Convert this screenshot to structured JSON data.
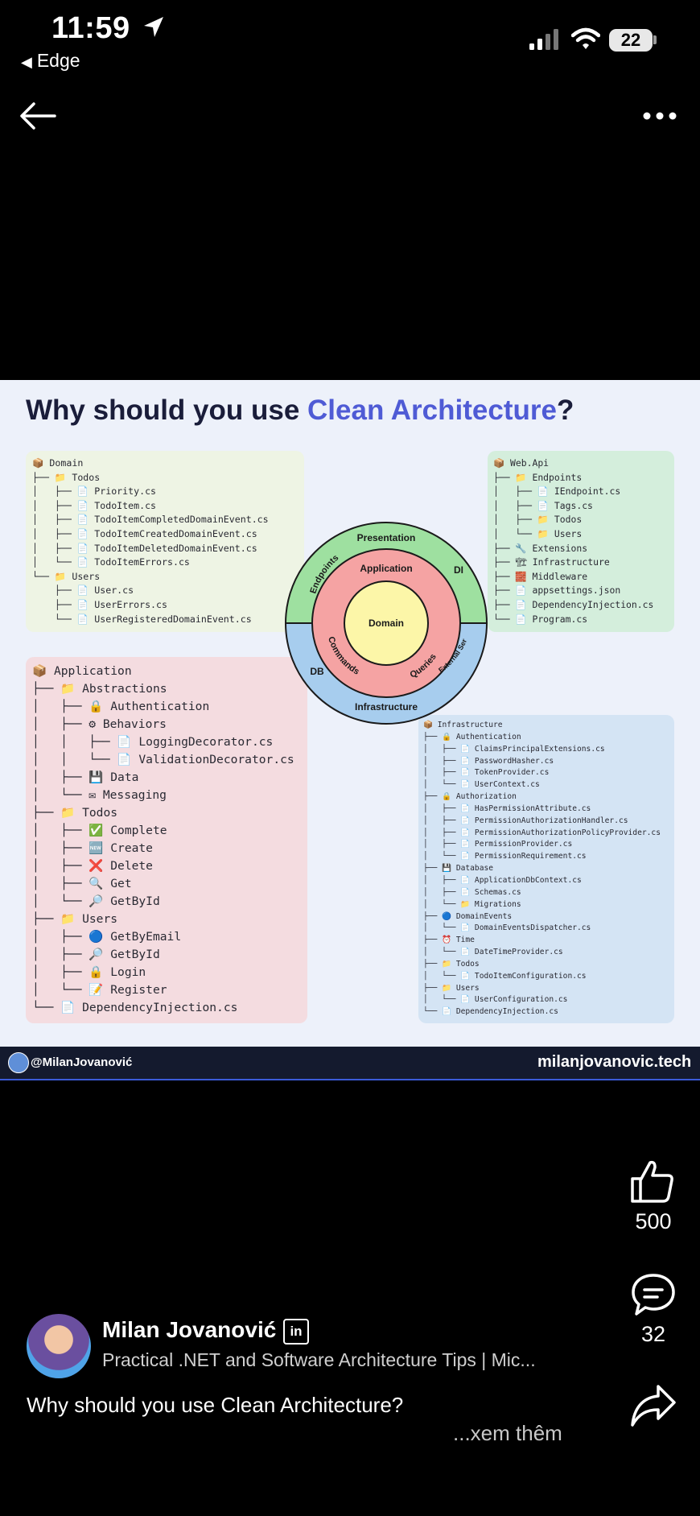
{
  "status_bar": {
    "time": "11:59",
    "back_app": "Edge",
    "battery": "22"
  },
  "post_image": {
    "title_prefix": "Why should you use ",
    "title_accent": "Clean Architecture",
    "title_suffix": "?",
    "accent_color": "#4f5bd5",
    "domain_tree": [
      "📦 Domain",
      "├── 📁 Todos",
      "│   ├── 📄 Priority.cs",
      "│   ├── 📄 TodoItem.cs",
      "│   ├── 📄 TodoItemCompletedDomainEvent.cs",
      "│   ├── 📄 TodoItemCreatedDomainEvent.cs",
      "│   ├── 📄 TodoItemDeletedDomainEvent.cs",
      "│   └── 📄 TodoItemErrors.cs",
      "└── 📁 Users",
      "    ├── 📄 User.cs",
      "    ├── 📄 UserErrors.cs",
      "    └── 📄 UserRegisteredDomainEvent.cs"
    ],
    "webapi_tree": [
      "📦 Web.Api",
      "├── 📁 Endpoints",
      "│   ├── 📄 IEndpoint.cs",
      "│   ├── 📄 Tags.cs",
      "│   ├── 📁 Todos",
      "│   └── 📁 Users",
      "├── 🔧 Extensions",
      "├── 🏗 Infrastructure",
      "├── 🧱 Middleware",
      "├── 📄 appsettings.json",
      "├── 📄 DependencyInjection.cs",
      "└── 📄 Program.cs"
    ],
    "application_tree": [
      "📦 Application",
      "├── 📁 Abstractions",
      "│   ├── 🔒 Authentication",
      "│   ├── ⚙ Behaviors",
      "│   │   ├── 📄 LoggingDecorator.cs",
      "│   │   └── 📄 ValidationDecorator.cs",
      "│   ├── 💾 Data",
      "│   └── ✉ Messaging",
      "├── 📁 Todos",
      "│   ├── ✅ Complete",
      "│   ├── 🆕 Create",
      "│   ├── ❌ Delete",
      "│   ├── 🔍 Get",
      "│   └── 🔎 GetById",
      "├── 📁 Users",
      "│   ├── 🔵 GetByEmail",
      "│   ├── 🔎 GetById",
      "│   ├── 🔒 Login",
      "│   └── 📝 Register",
      "└── 📄 DependencyInjection.cs"
    ],
    "infrastructure_tree": [
      "📦 Infrastructure",
      "├── 🔒 Authentication",
      "│   ├── 📄 ClaimsPrincipalExtensions.cs",
      "│   ├── 📄 PasswordHasher.cs",
      "│   ├── 📄 TokenProvider.cs",
      "│   └── 📄 UserContext.cs",
      "├── 🔒 Authorization",
      "│   ├── 📄 HasPermissionAttribute.cs",
      "│   ├── 📄 PermissionAuthorizationHandler.cs",
      "│   ├── 📄 PermissionAuthorizationPolicyProvider.cs",
      "│   ├── 📄 PermissionProvider.cs",
      "│   └── 📄 PermissionRequirement.cs",
      "├── 💾 Database",
      "│   ├── 📄 ApplicationDbContext.cs",
      "│   ├── 📄 Schemas.cs",
      "│   └── 📁 Migrations",
      "├── 🔵 DomainEvents",
      "│   └── 📄 DomainEventsDispatcher.cs",
      "├── ⏰ Time",
      "│   └── 📄 DateTimeProvider.cs",
      "├── 📁 Todos",
      "│   └── 📄 TodoItemConfiguration.cs",
      "├── 📁 Users",
      "│   └── 📄 UserConfiguration.cs",
      "└── 📄 DependencyInjection.cs"
    ],
    "diagram": {
      "presentation": "Presentation",
      "endpoints": "Endpoints",
      "di": "DI",
      "application": "Application",
      "domain": "Domain",
      "db": "DB",
      "commands": "Commands",
      "queries": "Queries",
      "external_services": "External Services",
      "infrastructure": "Infrastructure"
    },
    "footer_handle": "@MilanJovanović",
    "footer_site": "milanjovanovic.tech"
  },
  "actions": {
    "likes": "500",
    "comments": "32"
  },
  "author": {
    "name": "Milan Jovanović",
    "headline": "Practical .NET and Software Architecture Tips | Mic...",
    "caption": "Why should you use Clean Architecture?",
    "see_more": "...xem thêm"
  }
}
